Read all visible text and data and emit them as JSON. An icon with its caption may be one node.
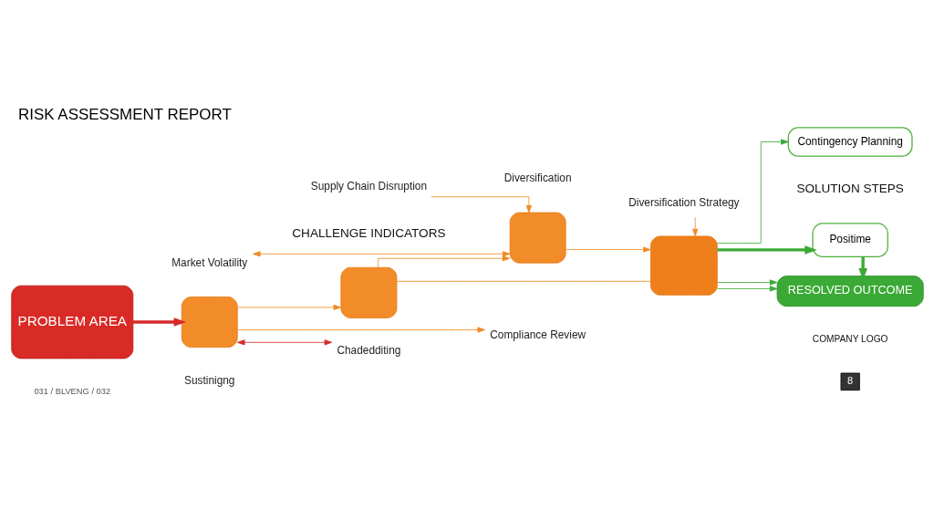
{
  "diagram": {
    "title": "RISK ASSESSMENT REPORT",
    "nodes": [
      {
        "text": [
          "PROBLEM AREA"
        ]
      },
      {
        "text": [],
        "shape": "box"
      },
      {
        "text": [],
        "shape": "box"
      },
      {
        "text": [],
        "shape": "box"
      },
      {
        "text": [],
        "shape": "box"
      },
      {
        "text": [
          "Market Volatility"
        ]
      },
      {
        "text": [
          "Supply Chain Disruption"
        ]
      },
      {
        "text": [
          "Diversification"
        ]
      },
      {
        "text": [
          "Diversification Strategy"
        ]
      },
      {
        "text": [
          "Contingency Planning"
        ]
      },
      {
        "text": [
          "Positime"
        ]
      },
      {
        "text": [
          "RESOLVED OUTCOME"
        ]
      },
      {
        "text": [
          "Sustinigng"
        ]
      },
      {
        "text": [
          "Chadedditing"
        ]
      },
      {
        "text": [
          "Compliance Review"
        ]
      }
    ],
    "edges": [
      {
        "from": 0,
        "to": 1,
        "arrow": "to",
        "style": "thick",
        "color": "#d62a2a"
      },
      {
        "from": 1,
        "to": 2,
        "arrow": "to"
      },
      {
        "from": 2,
        "to": 3,
        "arrow": "to"
      },
      {
        "from": 3,
        "to": 4,
        "arrow": "to"
      },
      {
        "from": 3,
        "to": 5,
        "arrow": "both"
      },
      {
        "from": 6,
        "to": 3,
        "arrow": "to"
      },
      {
        "from": 8,
        "to": 4,
        "arrow": "to"
      },
      {
        "from": 4,
        "to": 9,
        "arrow": "to",
        "color": "#3aa935"
      },
      {
        "from": 4,
        "to": 10,
        "arrow": "to",
        "style": "thick",
        "color": "#3aa935"
      },
      {
        "from": 4,
        "to": 11,
        "arrow": "to",
        "color": "#3aa935"
      },
      {
        "from": 4,
        "to": 11,
        "arrow": "to",
        "color": "#3aa935"
      },
      {
        "from": 10,
        "to": 11,
        "arrow": "to",
        "style": "thick",
        "color": "#3aa935"
      },
      {
        "from": 13,
        "to": 1,
        "arrow": "both",
        "color": "#d62a2a"
      },
      {
        "from": 1,
        "to": 14,
        "arrow": "to"
      },
      {
        "from": 2,
        "to": 4,
        "arrow": "none"
      }
    ],
    "labels": [
      "CHALLENGE INDICATORS",
      "SOLUTION STEPS",
      "031 / BLVENG / 032",
      "COMPANY LOGO",
      "8"
    ]
  }
}
